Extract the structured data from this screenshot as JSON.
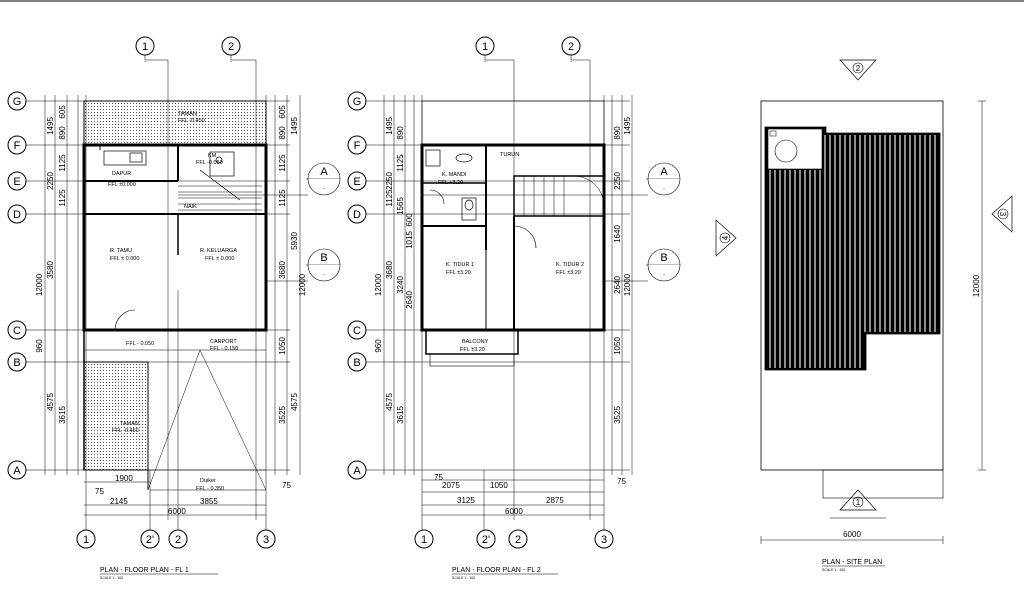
{
  "grid_rows": [
    "G",
    "F",
    "E",
    "D",
    "C",
    "B",
    "A"
  ],
  "grid_cols": [
    "1",
    "2'",
    "2",
    "3"
  ],
  "grid_top": [
    "1",
    "2"
  ],
  "section": "A",
  "section_b": "B",
  "dash": "-",
  "site_marks": [
    "2",
    "3",
    "4",
    "1"
  ],
  "plan1": {
    "title": "PLAN - FLOOR PLAN - FL 1",
    "scale": "SCALE 1 : 100",
    "rooms": [
      {
        "name": "TAMAN",
        "ffl": "FFL -0.450"
      },
      {
        "name": "KM",
        "ffl": "FFL -0.050"
      },
      {
        "name": "DAPUR",
        "ffl": "FFL ±0.000"
      },
      {
        "name": "NAIK",
        "ffl": ""
      },
      {
        "name": "R. TAMU",
        "ffl": "FFL ± 0.000"
      },
      {
        "name": "R. KELUARGA",
        "ffl": "FFL ± 0.000"
      },
      {
        "name": "",
        "ffl": "FFL - 0.050"
      },
      {
        "name": "CARPORT",
        "ffl": "FFL - 0.150"
      },
      {
        "name": "TAMAN",
        "ffl": "FFL -0.450"
      },
      {
        "name": "Duiker",
        "ffl": "FFL - 0.350"
      }
    ],
    "left_dims": [
      "605",
      "1495",
      "890",
      "1125",
      "2250",
      "1125",
      "3580",
      "12000",
      "960",
      "4575",
      "3615"
    ],
    "right_dims": [
      "605",
      "1495",
      "890",
      "1125",
      "1125",
      "5930",
      "3680",
      "12000",
      "1050",
      "4575",
      "3525"
    ],
    "bottom_dims": [
      "1900",
      "75",
      "2145",
      "3855",
      "6000",
      "75"
    ]
  },
  "plan2": {
    "title": "PLAN - FLOOR PLAN - FL 2",
    "scale": "SCALE 1 : 100",
    "rooms": [
      {
        "name": "TURUN",
        "ffl": ""
      },
      {
        "name": "K. MANDI",
        "ffl": "FFL +3.20"
      },
      {
        "name": "K. TIDUR 1",
        "ffl": "FFL ±3.20"
      },
      {
        "name": "K. TIDUR 2",
        "ffl": "FFL ±3.20"
      },
      {
        "name": "BALCONY",
        "ffl": "FFL ±3.20"
      }
    ],
    "left_dims": [
      "1495",
      "890",
      "1125",
      "2250",
      "1565",
      "600",
      "1125",
      "1015",
      "3240",
      "3680",
      "12000",
      "2640",
      "960",
      "4575",
      "3615"
    ],
    "right_dims": [
      "1495",
      "890",
      "2250",
      "1640",
      "2640",
      "12000",
      "1050",
      "3525"
    ],
    "bottom_dims": [
      "75",
      "2075",
      "1050",
      "3125",
      "2875",
      "6000",
      "75"
    ]
  },
  "site": {
    "title": "PLAN - SITE PLAN",
    "scale": "SCALE 1 : 100",
    "width_dim": "6000",
    "height_dim": "12000"
  }
}
